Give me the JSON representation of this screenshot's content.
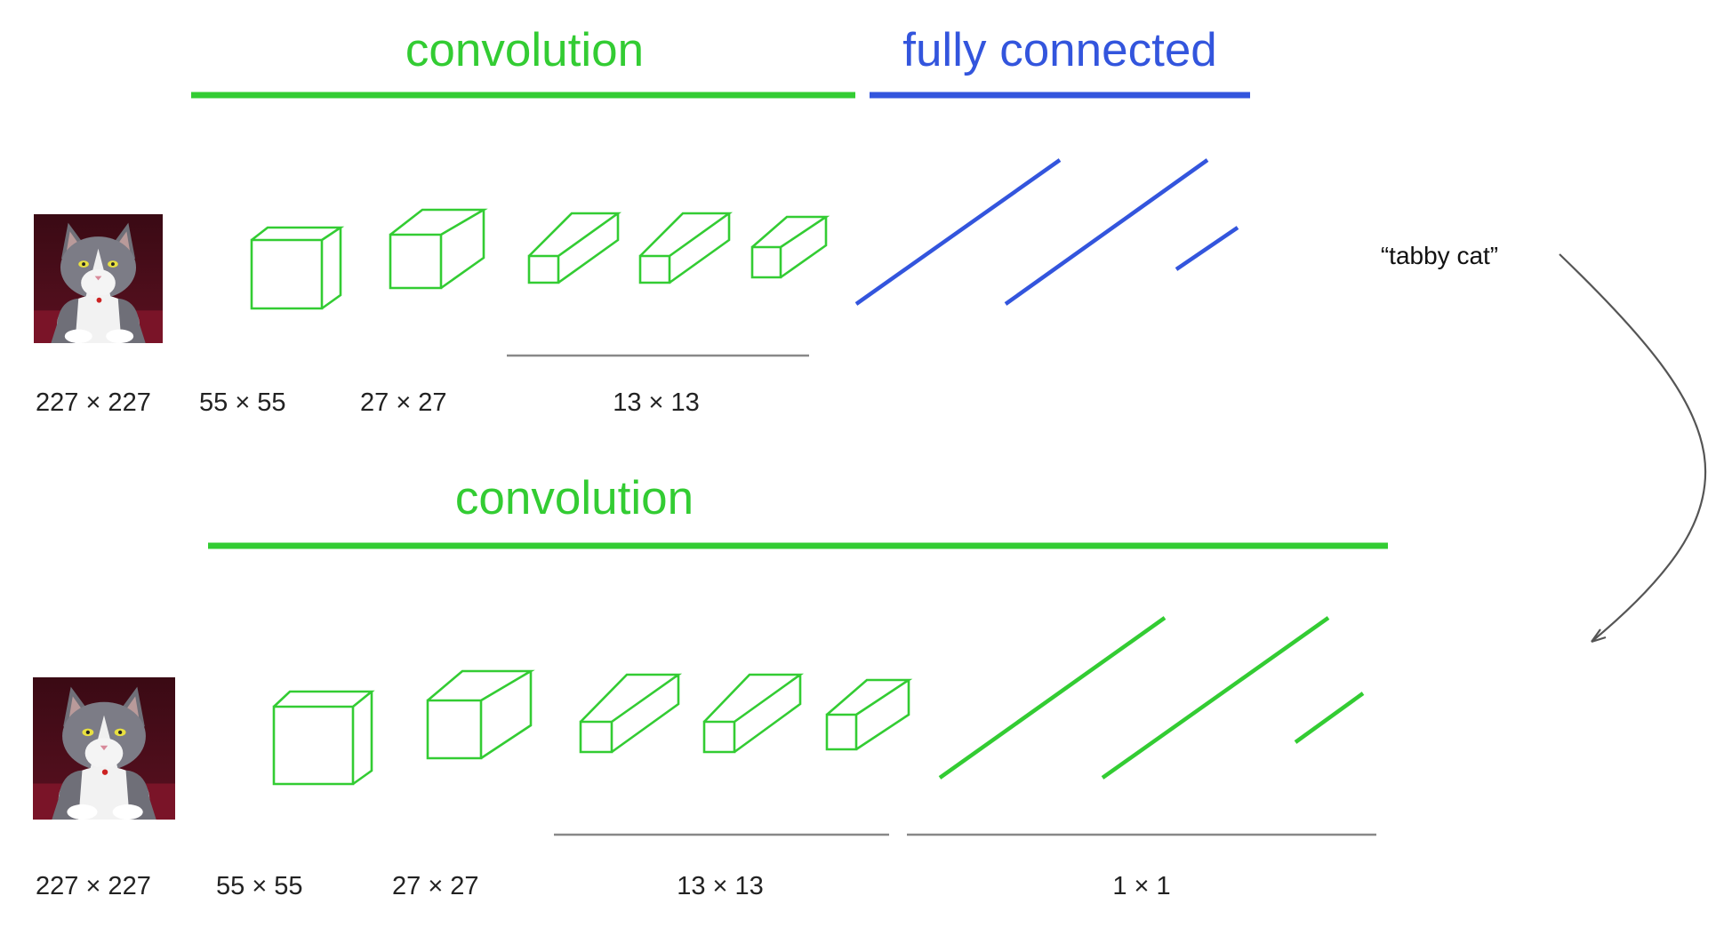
{
  "top": {
    "conv_title": "convolution",
    "fc_title": "fully connected",
    "dims": {
      "input": "227 × 227",
      "conv1": "55 × 55",
      "conv2": "27 × 27",
      "conv345": "13 × 13"
    }
  },
  "bottom": {
    "conv_title": "convolution",
    "dims": {
      "input": "227 × 227",
      "conv1": "55 × 55",
      "conv2": "27 × 27",
      "conv345": "13 × 13",
      "fc": "1 × 1"
    }
  },
  "output_label": "“tabby cat”",
  "colors": {
    "convolution": "#33cc33",
    "fully_connected": "#3355dd",
    "arrow": "#555555"
  },
  "icons": {
    "input_image": "tabby-cat-photo",
    "layer": "feature-map-cuboid",
    "fc_layer": "fully-connected-line",
    "transform_arrow": "curved-arrow"
  }
}
